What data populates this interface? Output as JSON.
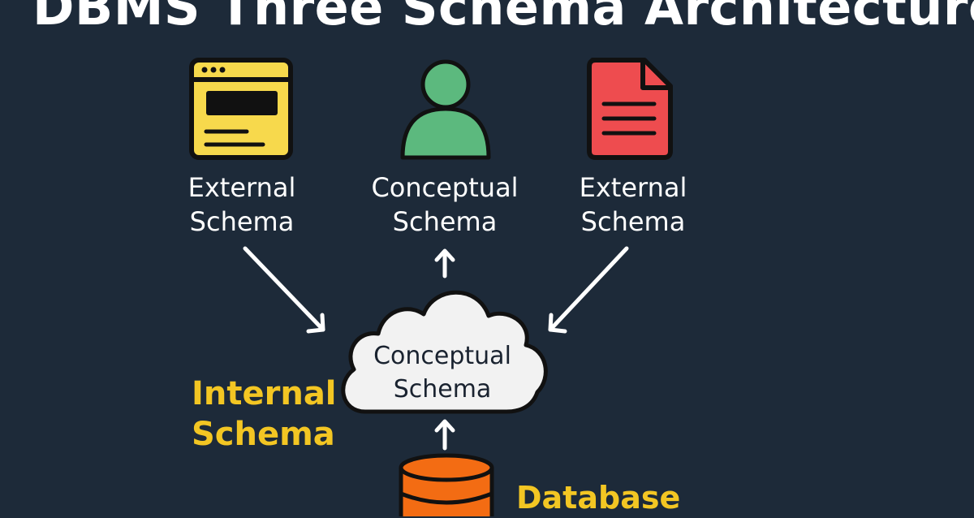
{
  "title": "DBMS Three Schema Architecture",
  "left_view": {
    "line1": "External",
    "line2": "Schema",
    "icon": "browser-window-icon",
    "color": "#f7d94c"
  },
  "center_view": {
    "line1": "Conceptual",
    "line2": "Schema",
    "icon": "user-icon",
    "color": "#5cb97e"
  },
  "right_view": {
    "line1": "External",
    "line2": "Schema",
    "icon": "document-icon",
    "color": "#ee4c4f"
  },
  "cloud": {
    "line1": "Conceptual",
    "line2": "Schema",
    "icon": "cloud-icon"
  },
  "internal": {
    "line1": "Internal",
    "line2": "Schema"
  },
  "database": {
    "label": "Database",
    "icon": "database-icon",
    "color": "#f36c13"
  }
}
